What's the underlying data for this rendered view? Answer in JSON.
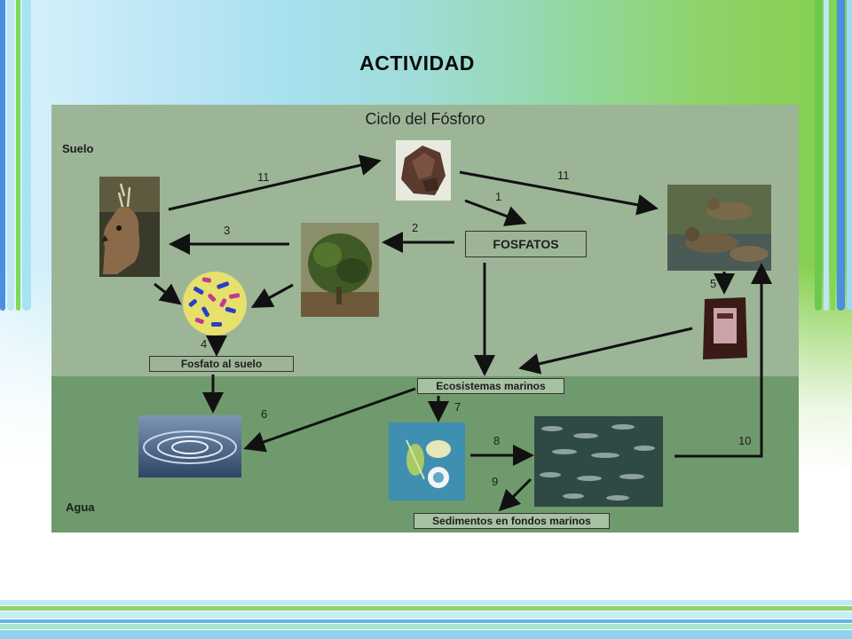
{
  "slide": {
    "title": "ACTIVIDAD"
  },
  "diagram": {
    "title": "Ciclo del Fósforo",
    "zones": {
      "soil": "Suelo",
      "water": "Agua"
    },
    "labels": {
      "fosfatos": "FOSFATOS",
      "fosfato_suelo": "Fosfato al suelo",
      "ecosistemas": "Ecosistemas marinos",
      "sedimentos": "Sedimentos en fondos marinos"
    },
    "step_numbers": {
      "s11a": "11",
      "s11b": "11",
      "s1": "1",
      "s2": "2",
      "s3": "3",
      "s4": "4",
      "s5": "5",
      "s6": "6",
      "s7": "7",
      "s8": "8",
      "s9": "9",
      "s10": "10"
    },
    "images": [
      "rock",
      "deer",
      "plant",
      "bacteria",
      "ducks",
      "guano",
      "water-ripple",
      "plankton",
      "fish"
    ],
    "colors": {
      "soil": "#9db597",
      "water": "#6f9a6d",
      "arrow": "#111111"
    }
  }
}
